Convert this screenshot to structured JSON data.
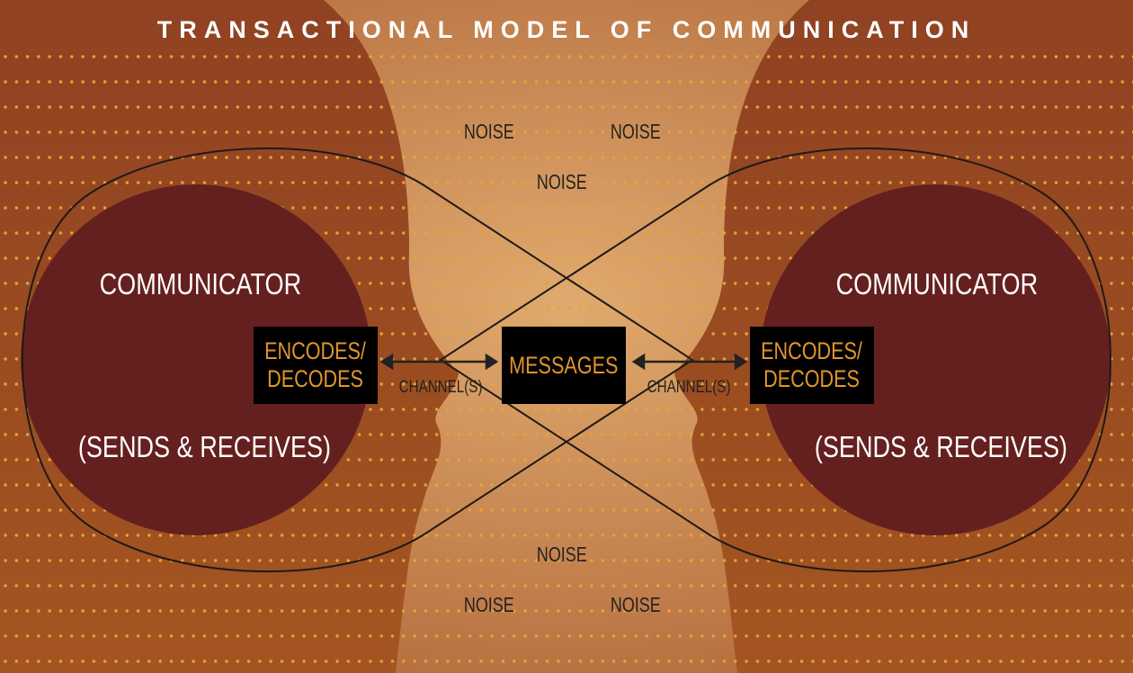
{
  "title": "TRANSACTIONAL MODEL OF COMMUNICATION",
  "noise_labels": [
    "NOISE",
    "NOISE",
    "NOISE",
    "NOISE",
    "NOISE",
    "NOISE"
  ],
  "left": {
    "communicator": "COMMUNICATOR",
    "role": "(SENDS & RECEIVES)",
    "encodes": "ENCODES/",
    "decodes": "DECODES",
    "channel": "CHANNEL(S)"
  },
  "right": {
    "communicator": "COMMUNICATOR",
    "role": "(SENDS & RECEIVES)",
    "encodes": "ENCODES/",
    "decodes": "DECODES",
    "channel": "CHANNEL(S)"
  },
  "messages": "MESSAGES",
  "colors": {
    "background_top": "#954523",
    "background_bottom": "#c0701f",
    "face": "#8c3f22",
    "center": "#dca46b",
    "circle": "#64201f",
    "accent": "#e0962c",
    "dots": "#e8a335"
  }
}
